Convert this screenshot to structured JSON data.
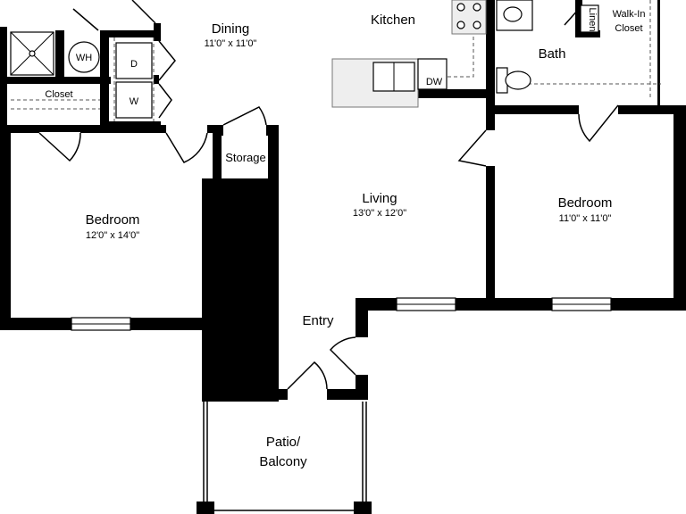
{
  "rooms": {
    "dining": {
      "name": "Dining",
      "dims": "11'0\" x 11'0\""
    },
    "kitchen": {
      "name": "Kitchen"
    },
    "living": {
      "name": "Living",
      "dims": "13'0\" x 12'0\""
    },
    "bedroom_left": {
      "name": "Bedroom",
      "dims": "12'0\" x 14'0\""
    },
    "bedroom_right": {
      "name": "Bedroom",
      "dims": "11'0\" x 11'0\""
    },
    "bath": {
      "name": "Bath"
    },
    "walkin": {
      "line1": "Walk-In",
      "line2": "Closet"
    },
    "closet": {
      "name": "Closet"
    },
    "storage": {
      "name": "Storage"
    },
    "entry": {
      "name": "Entry"
    },
    "patio": {
      "line1": "Patio/",
      "line2": "Balcony"
    }
  },
  "fixtures": {
    "water_heater": "WH",
    "dryer": "D",
    "washer": "W",
    "dishwasher": "DW",
    "linen": "Linen"
  }
}
